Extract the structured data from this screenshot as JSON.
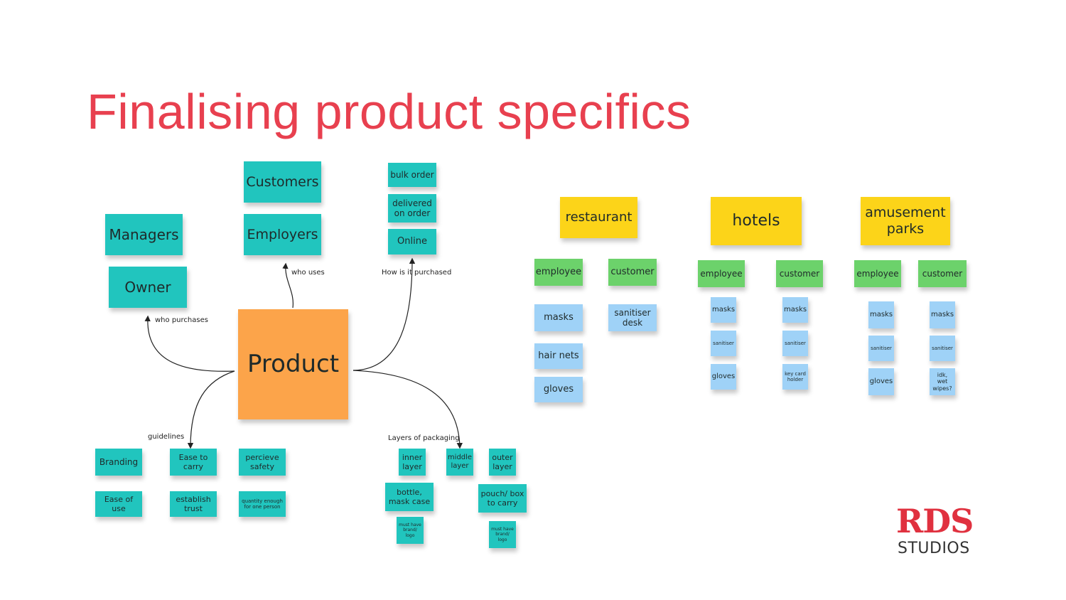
{
  "slide": {
    "title": "Finalising product specifics"
  },
  "colors": {
    "title": "#e8404f",
    "teal_note": "#21c5be",
    "yellow_note": "#fcd419",
    "green_note": "#6cd26b",
    "blue_note": "#9fd2f7",
    "orange_note": "#fca44a",
    "logo_red": "#e0313f"
  },
  "mindmap": {
    "center": "Product",
    "branches": {
      "who_purchases": {
        "label": "who purchases",
        "notes": [
          "Managers",
          "Owner"
        ]
      },
      "who_uses": {
        "label": "who uses",
        "notes": [
          "Customers",
          "Employers"
        ]
      },
      "how_purchased": {
        "label": "How is it purchased",
        "notes": [
          "bulk order",
          "delivered\non order",
          "Online"
        ]
      },
      "guidelines": {
        "label": "guidelines",
        "notes": [
          "Branding",
          "Ease to\ncarry",
          "percieve\nsafety",
          "Ease of use",
          "establish\ntrust",
          "quantity enough\nfor one person"
        ]
      },
      "packaging": {
        "label": "Layers of packaging",
        "notes": [
          "inner\nlayer",
          "middle\nlayer",
          "outer\nlayer",
          "bottle,\nmask case",
          "pouch/ box\nto carry",
          "must have\nbrand/\nlogo",
          "must have\nbrand/\nlogo"
        ]
      }
    }
  },
  "venues": [
    {
      "name": "restaurant",
      "employee": {
        "label": "employee",
        "items": [
          "masks",
          "hair nets",
          "gloves"
        ]
      },
      "customer": {
        "label": "customer",
        "items": [
          "sanitiser\ndesk"
        ]
      }
    },
    {
      "name": "hotels",
      "employee": {
        "label": "employee",
        "items": [
          "masks",
          "sanitiser",
          "gloves"
        ]
      },
      "customer": {
        "label": "customer",
        "items": [
          "masks",
          "sanitiser",
          "key card\nholder"
        ]
      }
    },
    {
      "name": "amusement\nparks",
      "employee": {
        "label": "employee",
        "items": [
          "masks",
          "sanitiser",
          "gloves"
        ]
      },
      "customer": {
        "label": "customer",
        "items": [
          "masks",
          "sanitiser",
          "idk, wet\nwipes?"
        ]
      }
    }
  ],
  "logo": {
    "brand": "RDS",
    "sub": "STUDIOS"
  }
}
